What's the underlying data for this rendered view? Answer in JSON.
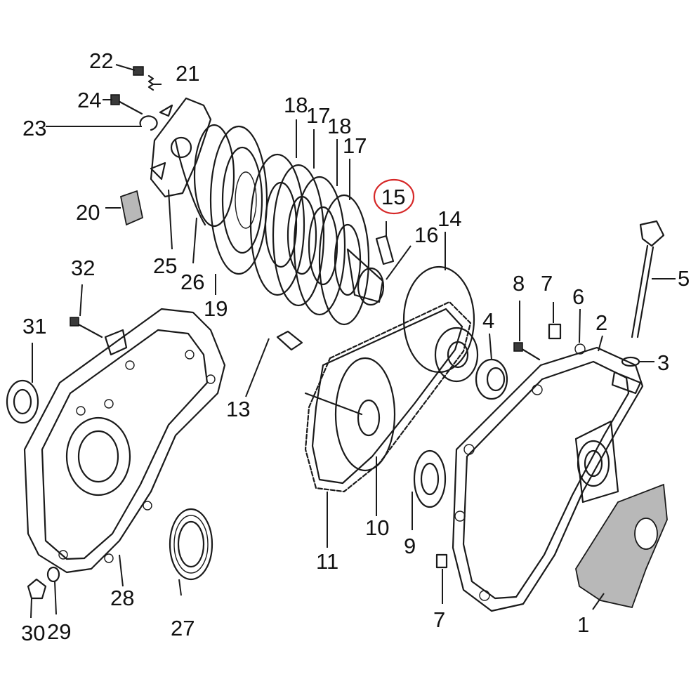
{
  "diagram": {
    "highlight_color": "#d62828",
    "line_color": "#1a1a1a",
    "highlighted_label": "15",
    "labels": {
      "l1": "1",
      "l2": "2",
      "l3": "3",
      "l4": "4",
      "l5": "5",
      "l6": "6",
      "l7a": "7",
      "l7b": "7",
      "l8": "8",
      "l9": "9",
      "l10": "10",
      "l11": "11",
      "l12": "13",
      "l14": "14",
      "l15": "15",
      "l16": "16",
      "l17a": "17",
      "l17b": "17",
      "l18a": "18",
      "l18b": "18",
      "l19": "19",
      "l20": "20",
      "l21": "21",
      "l22": "22",
      "l23": "23",
      "l24": "24",
      "l25": "25",
      "l26": "26",
      "l27": "27",
      "l28": "28",
      "l29": "29",
      "l30": "30",
      "l31": "31",
      "l32": "32"
    }
  }
}
